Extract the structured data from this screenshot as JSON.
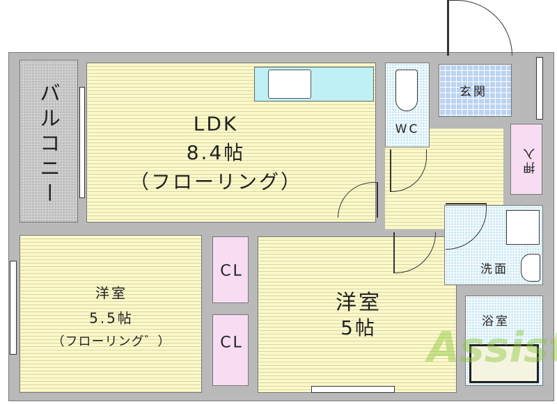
{
  "rooms": {
    "ldk": {
      "name": "LDK",
      "size": "8.4帖",
      "floor": "（フローリング）"
    },
    "balcony": {
      "name": "バルコニー"
    },
    "western1": {
      "name": "洋室",
      "size": "5.5帖",
      "floor": "（フローリング゛）"
    },
    "western2": {
      "name": "洋室",
      "size": "5帖"
    },
    "closet1": {
      "name": "CL"
    },
    "closet2": {
      "name": "CL"
    },
    "wc": {
      "name": "WC"
    },
    "entrance": {
      "name": "玄関"
    },
    "storage": {
      "name": "押入"
    },
    "washroom": {
      "name": "洗面"
    },
    "bath": {
      "name": "浴室"
    }
  },
  "watermark": "Assist",
  "colors": {
    "wall": "#b9b9b9",
    "floor": "#fbf9c9",
    "tile": "#cdeaf5",
    "entrance": "#bcd3f2",
    "storage": "#f7dcf2",
    "watermark": "#8cc63f"
  }
}
